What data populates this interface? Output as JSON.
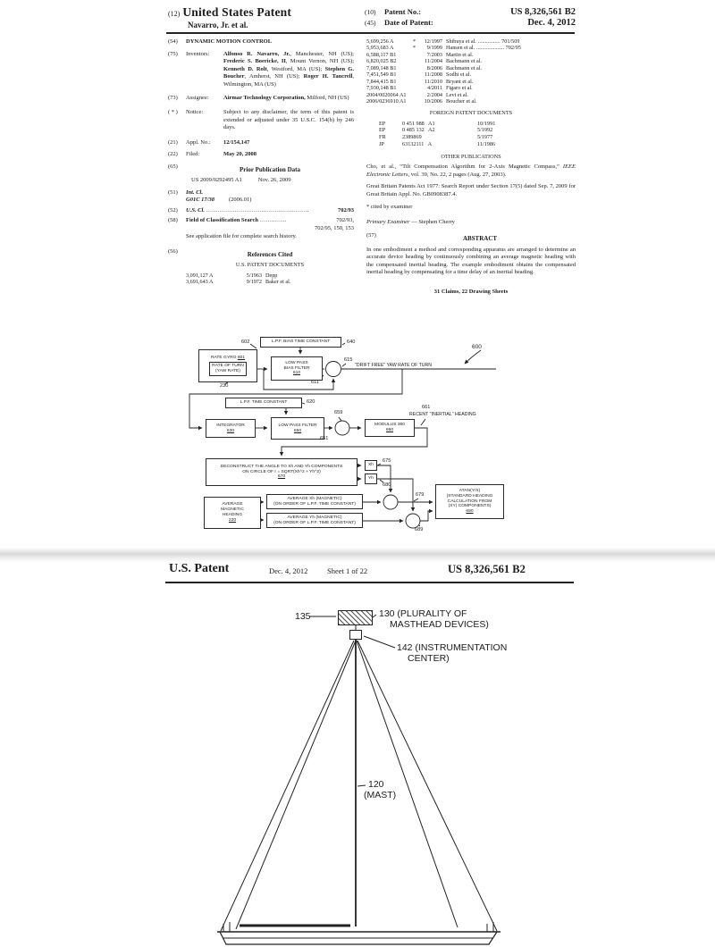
{
  "page1": {
    "header": {
      "tag12": "(12)",
      "title": "United States Patent",
      "party": "Navarro, Jr. et al.",
      "tag10": "(10)",
      "patent_no_label": "Patent No.:",
      "patent_no": "US 8,326,561 B2",
      "tag45": "(45)",
      "date_label": "Date of Patent:",
      "date": "Dec. 4, 2012"
    },
    "left": {
      "s54_tag": "(54)",
      "s54_title": "DYNAMIC MOTION CONTROL",
      "s75_tag": "(75)",
      "s75_label": "Inventors:",
      "inventors": [
        {
          "b": "Alfonso R. Navarro, Jr.",
          "t": ", Manchester, NH (US); "
        },
        {
          "b": "Frederic S. Boericke, II",
          "t": ", Mount Vernon, NH (US); "
        },
        {
          "b": "Kenneth D. Rolt",
          "t": ", Westford, MA (US); "
        },
        {
          "b": "Stephen G. Boucher",
          "t": ", Amherst, NH (US); "
        },
        {
          "b": "Roger H. Tancrell",
          "t": ", Wilmington, MA (US)"
        }
      ],
      "s73_tag": "(73)",
      "s73_label": "Assignee:",
      "assignee_name": "Airmar Technology Corporation,",
      "assignee_loc": "Milford, NH (US)",
      "notice_tag": "( * )",
      "notice_label": "Notice:",
      "notice_text": "Subject to any disclaimer, the term of this patent is extended or adjusted under 35 U.S.C. 154(b) by 246 days.",
      "s21_tag": "(21)",
      "s21_label": "Appl. No.:",
      "s21_value": "12/154,147",
      "s22_tag": "(22)",
      "s22_label": "Filed:",
      "s22_value": "May 20, 2008",
      "s65_tag": "(65)",
      "s65_heading": "Prior Publication Data",
      "s65_pub": "US 2009/0292495 A1",
      "s65_date": "Nov. 26, 2009",
      "s51_tag": "(51)",
      "s51_label": "Int. Cl.",
      "s51_class": "G01C 17/38",
      "s51_year": "(2006.01)",
      "s52_tag": "(52)",
      "s52_label": "U.S. Cl.",
      "s52_dots": "......................................................",
      "s52_value": "702/93",
      "s58_tag": "(58)",
      "s58_label": "Field of Classification Search",
      "s58_dots": "..............",
      "s58_value": "702/93,",
      "s58_value2": "702/95, 150, 153",
      "s58_note": "See application file for complete search history.",
      "s56_tag": "(56)",
      "s56_heading": "References Cited",
      "s56_subheading": "U.S. PATENT DOCUMENTS",
      "s56_refs": [
        {
          "no": "3,091,127 A",
          "star": "",
          "date": "5/1963",
          "name": "Depp",
          "tail": ""
        },
        {
          "no": "3,691,643 A",
          "star": "",
          "date": "9/1972",
          "name": "Baker et al.",
          "tail": ""
        }
      ]
    },
    "right": {
      "us_refs": [
        {
          "no": "5,699,256 A",
          "star": "*",
          "date": "12/1997",
          "name": "Shibuya et al.",
          "tail": "................ 701/509"
        },
        {
          "no": "5,953,683 A",
          "star": "*",
          "date": "9/1999",
          "name": "Hansen et al.",
          "tail": ".................... 702/95"
        },
        {
          "no": "6,588,117 B1",
          "star": "",
          "date": "7/2003",
          "name": "Martin et al.",
          "tail": ""
        },
        {
          "no": "6,820,025 B2",
          "star": "",
          "date": "11/2004",
          "name": "Bachmann et al.",
          "tail": ""
        },
        {
          "no": "7,089,148 B1",
          "star": "",
          "date": "8/2006",
          "name": "Bachmann et al.",
          "tail": ""
        },
        {
          "no": "7,451,549 B1",
          "star": "",
          "date": "11/2008",
          "name": "Sodhi et al.",
          "tail": ""
        },
        {
          "no": "7,844,415 B1",
          "star": "",
          "date": "11/2010",
          "name": "Bryant et al.",
          "tail": ""
        },
        {
          "no": "7,930,148 B1",
          "star": "",
          "date": "4/2011",
          "name": "Figaro et al.",
          "tail": ""
        },
        {
          "no": "2004/0020064 A1",
          "star": "",
          "date": "2/2004",
          "name": "Levi et al.",
          "tail": ""
        },
        {
          "no": "2006/0236910 A1",
          "star": "",
          "date": "10/2006",
          "name": "Boucher et al.",
          "tail": ""
        }
      ],
      "foreign_heading": "FOREIGN PATENT DOCUMENTS",
      "foreign_refs": [
        {
          "cc": "EP",
          "no": "0 451 988   A1",
          "date": "10/1991"
        },
        {
          "cc": "EP",
          "no": "0 485 132   A2",
          "date": "5/1992"
        },
        {
          "cc": "FR",
          "no": "2389869",
          "date": "5/1977"
        },
        {
          "cc": "JP",
          "no": "63132111   A",
          "date": "11/1986"
        }
      ],
      "other_heading": "OTHER PUBLICATIONS",
      "pub1_pre": "Cho, et al., “Tilt Compensation Algorithm for 2-Axis Magnetic Compass,” ",
      "pub1_journal": "IEEE Electronic Letters",
      "pub1_post": ", vol. 39, No. 22, 2 pages (Aug. 27, 2003).",
      "pub2": "Great Britain Patents Act 1977: Search Report under Section 17(5) dated Sep. 7, 2009 for Great Britain Appl. No. GB0908387.4.",
      "cited_by": "* cited by examiner",
      "examiner_label": "Primary Examiner",
      "examiner_sep": " — ",
      "examiner_name": "Stephen Cherry",
      "s57_tag": "(57)",
      "abstract_heading": "ABSTRACT",
      "abstract_text": "In one embodiment a method and corresponding apparatus are arranged to determine an accurate device heading by continuously combining an average magnetic heading with the compensated inertial heading. The example embodiment obtains the compensated inertial heading by compensating for a time delay of an inertial heading.",
      "claims_line": "31 Claims, 22 Drawing Sheets"
    }
  },
  "diagram": {
    "n600": "600",
    "n601": "601",
    "n602": "602",
    "n610": "610",
    "n611": "611",
    "n615": "615",
    "n620": "620",
    "n630": "630",
    "n640": "640",
    "n650": "650",
    "n651": "651",
    "n659": "659",
    "n660": "660",
    "n661": "661",
    "n670": "670",
    "n675": "675",
    "n679": "679",
    "n680": "680",
    "n689": "689",
    "n690": "690",
    "n220": "220",
    "n230": "230",
    "lpf_bias_tc": "L.P.F. BIAS TIME CONSTANT",
    "rate_gyro": "RATE GYRO",
    "rate_of_turn1": "RATE OF TURN",
    "rate_of_turn2": "(YAW RATE)",
    "low_pass": "LOW PASS",
    "bias_filter": "BIAS FILTER",
    "drift_free": "\"DRIFT FREE\" YAW RATE OF TURN",
    "lpf_tc": "L.P.F. TIME CONSTANT",
    "integrator": "INTEGRATOR",
    "low_pass_filter": "LOW PASS FILTER",
    "modulus": "MODULUS 360",
    "recent_inertial": "RECENT \"INERTIAL\" HEADING",
    "deconstruct1": "DECONSTRUCT THE ANGLE TO Xh AND Yh COMPONENTS",
    "deconstruct2": "ON CIRCLE OF r = SQRT(Xh^2 + Yh^2)",
    "xh": "Xh",
    "yh": "Yh",
    "avg1": "AVERAGE",
    "avg2": "MAGNETIC",
    "avg3": "HEADING",
    "avg_x": "AVERAGE Xh (MAGNETIC)",
    "avg_y": "AVERAGE Yh (MAGNETIC)",
    "on_order": "(ON ORDER OF L.P.F. TIME CONSTANT)",
    "atan1": "ATAN(Y/X)",
    "atan2": "(STANDARD HEADING",
    "atan3": "CALCULATION FROM",
    "atan4": "(XY) COMPONENTS)"
  },
  "page2": {
    "header": {
      "title": "U.S. Patent",
      "date": "Dec. 4, 2012",
      "sheet": "Sheet 1 of 22",
      "patent_no": "US 8,326,561 B2"
    },
    "labels": {
      "n135": "135",
      "n130a": "130 (PLURALITY OF",
      "n130b": "MASTHEAD DEVICES)",
      "n142a": "142 (INSTRUMENTATION",
      "n142b": "CENTER)",
      "n120a": "120",
      "n120b": "(MAST)"
    }
  }
}
